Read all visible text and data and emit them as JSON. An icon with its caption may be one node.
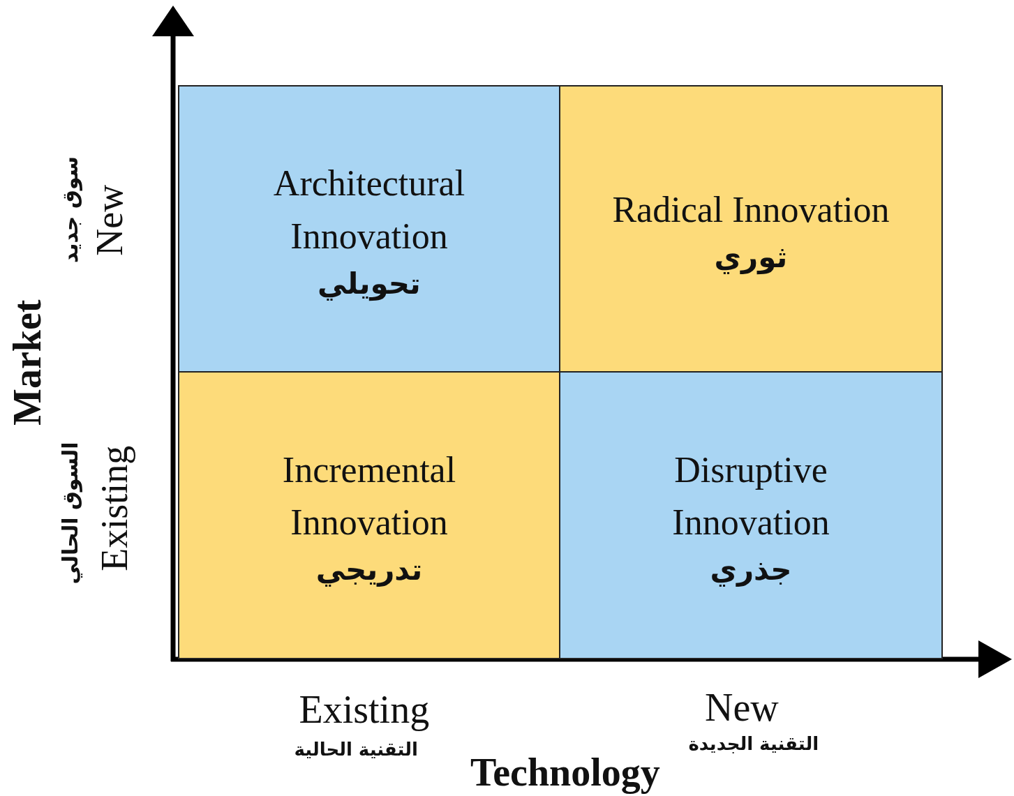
{
  "diagram": {
    "nodes": [
      {
        "text": [
          "Architectural Innovation",
          "تحويلي"
        ]
      },
      {
        "text": [
          "Radical Innovation",
          "ثوري"
        ]
      },
      {
        "text": [
          "Incremental Innovation",
          "تدريجي"
        ]
      },
      {
        "text": [
          "Disruptive Innovation",
          "جذري"
        ]
      }
    ],
    "labels": [
      "Market",
      "New",
      "سوق جديد",
      "Existing",
      "السوق الحالي",
      "Existing",
      "التقنية الحالية",
      "New",
      "التقنية الجديدة",
      "Technology"
    ]
  }
}
